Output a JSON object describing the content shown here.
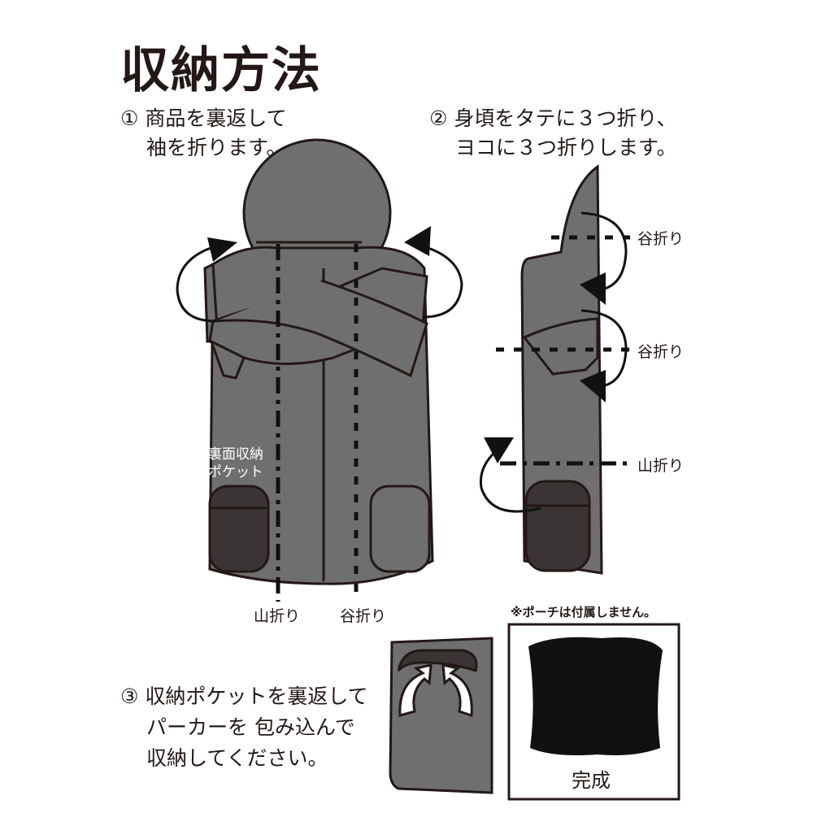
{
  "title": "収納方法",
  "steps": [
    {
      "num": "①",
      "lines": [
        "商品を裏返して",
        "袖を折ります。"
      ]
    },
    {
      "num": "②",
      "lines": [
        "身頃をタテに３つ折り、",
        "ヨコに３つ折りします。"
      ]
    },
    {
      "num": "③",
      "lines": [
        "収納ポケットを裏返して",
        "パーカーを 包み込んで",
        "収納してください。"
      ]
    }
  ],
  "labels": {
    "pocket": [
      "裏面収納",
      "ポケット"
    ],
    "mountain_fold": "山折り",
    "valley_fold": "谷折り",
    "side_valley_1": "谷折り",
    "side_valley_2": "谷折り",
    "side_mountain": "山折り",
    "pouch_note": "※ポーチは付属しません。",
    "done": "完成"
  },
  "colors": {
    "garment": "#6f6f6f",
    "pocket": "#3b3434",
    "outline": "#231815",
    "pouch": "#111111"
  }
}
